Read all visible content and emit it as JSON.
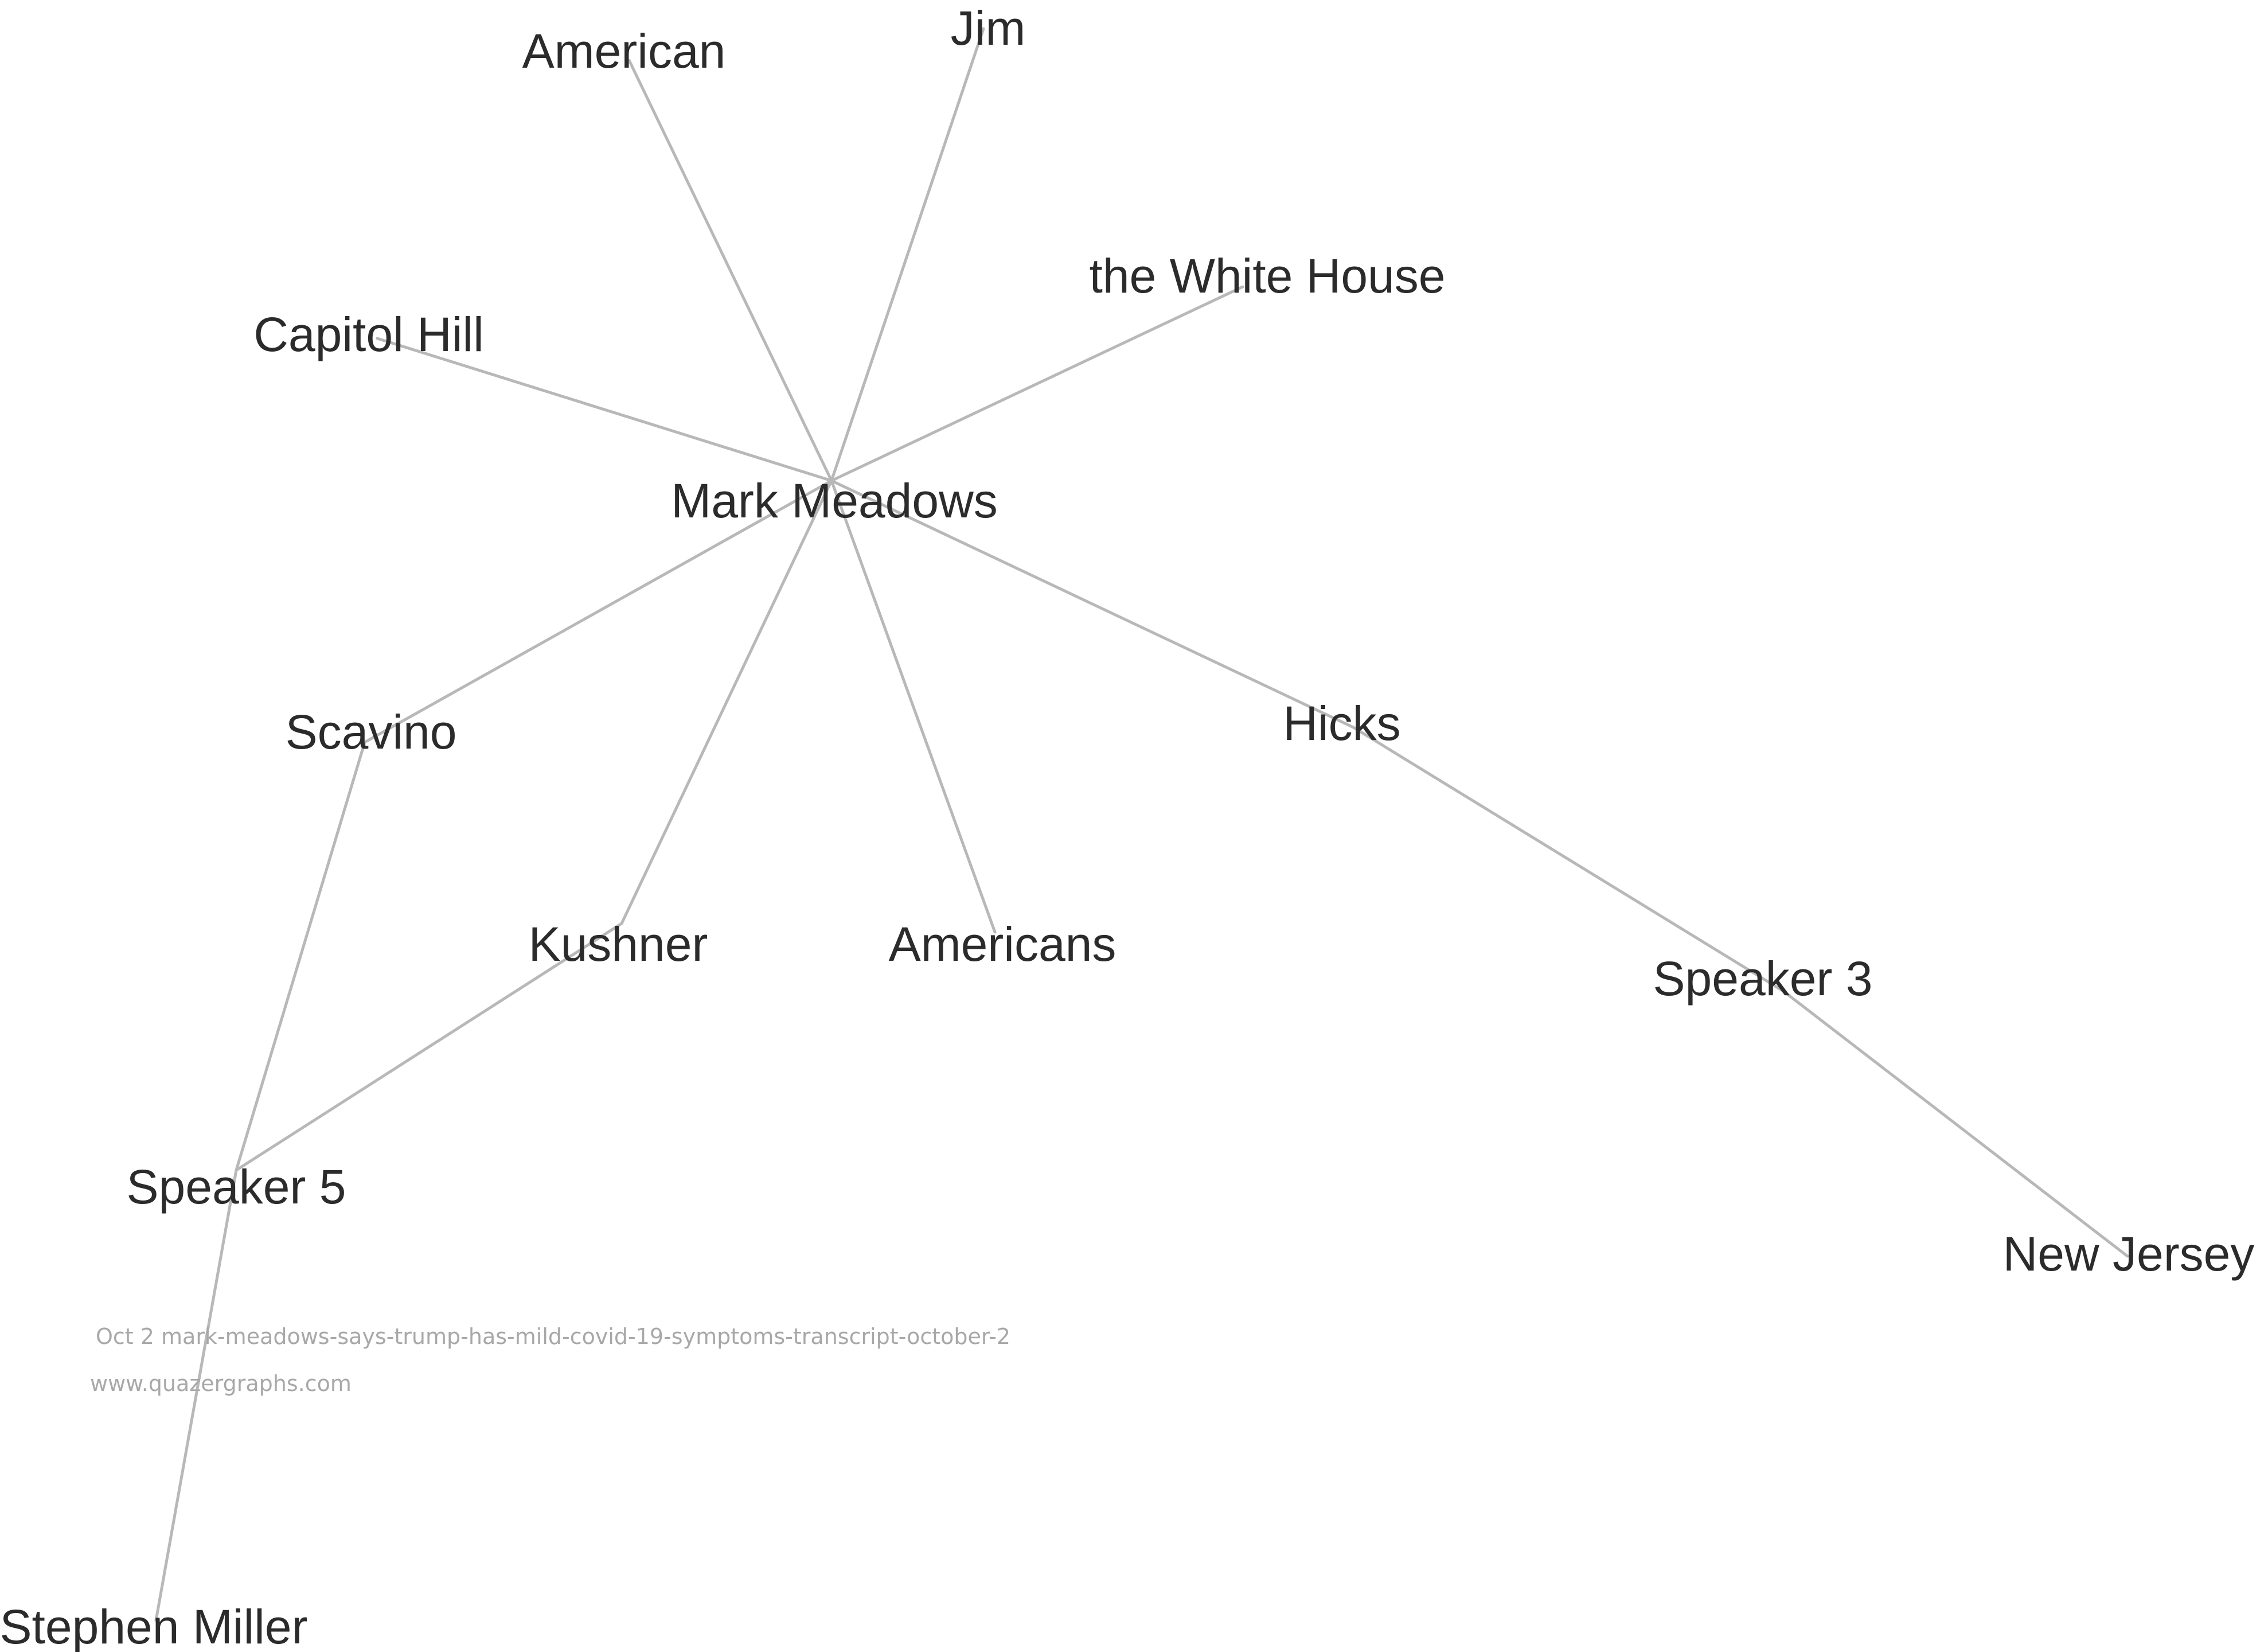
{
  "graph": {
    "nodes": [
      {
        "id": "mark-meadows",
        "label": "Mark Meadows"
      },
      {
        "id": "american",
        "label": "American"
      },
      {
        "id": "jim",
        "label": "Jim"
      },
      {
        "id": "white-house",
        "label": "the White House"
      },
      {
        "id": "capitol-hill",
        "label": "Capitol Hill"
      },
      {
        "id": "scavino",
        "label": "Scavino"
      },
      {
        "id": "hicks",
        "label": "Hicks"
      },
      {
        "id": "kushner",
        "label": "Kushner"
      },
      {
        "id": "americans",
        "label": "Americans"
      },
      {
        "id": "speaker-3",
        "label": "Speaker 3"
      },
      {
        "id": "speaker-5",
        "label": "Speaker 5"
      },
      {
        "id": "new-jersey",
        "label": "New Jersey"
      },
      {
        "id": "stephen-miller",
        "label": "Stephen Miller"
      }
    ],
    "edges": [
      [
        "mark-meadows",
        "american"
      ],
      [
        "mark-meadows",
        "jim"
      ],
      [
        "mark-meadows",
        "white-house"
      ],
      [
        "mark-meadows",
        "capitol-hill"
      ],
      [
        "mark-meadows",
        "scavino"
      ],
      [
        "mark-meadows",
        "hicks"
      ],
      [
        "mark-meadows",
        "kushner"
      ],
      [
        "mark-meadows",
        "americans"
      ],
      [
        "hicks",
        "speaker-3"
      ],
      [
        "speaker-3",
        "new-jersey"
      ],
      [
        "scavino",
        "speaker-5"
      ],
      [
        "kushner",
        "speaker-5"
      ],
      [
        "speaker-5",
        "stephen-miller"
      ]
    ],
    "edge_color": "#b8b8b8",
    "label_color": "#2b2b2b"
  },
  "footer": {
    "caption": "Oct 2 mark-meadows-says-trump-has-mild-covid-19-symptoms-transcript-october-2",
    "site": "www.quazergraphs.com"
  }
}
